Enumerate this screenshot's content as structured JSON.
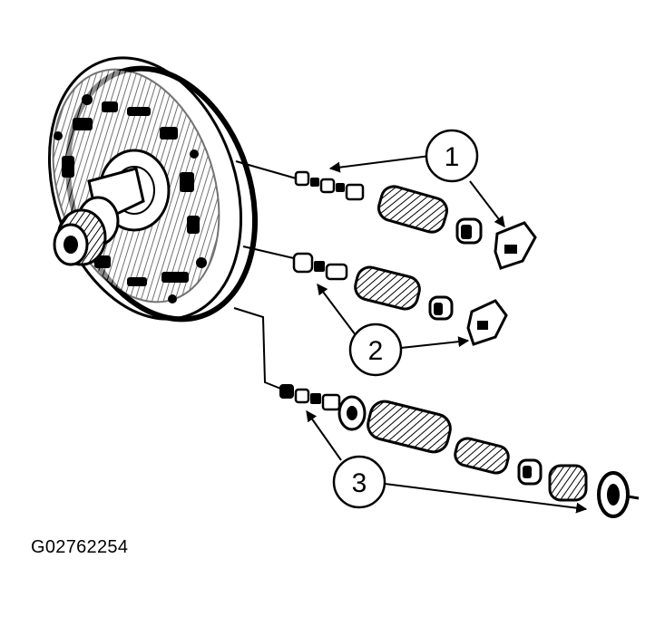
{
  "callouts": [
    {
      "label": "1"
    },
    {
      "label": "2"
    },
    {
      "label": "3"
    }
  ],
  "figure_code": "G02762254",
  "colors": {
    "ink": "#000000",
    "paper": "#ffffff"
  }
}
